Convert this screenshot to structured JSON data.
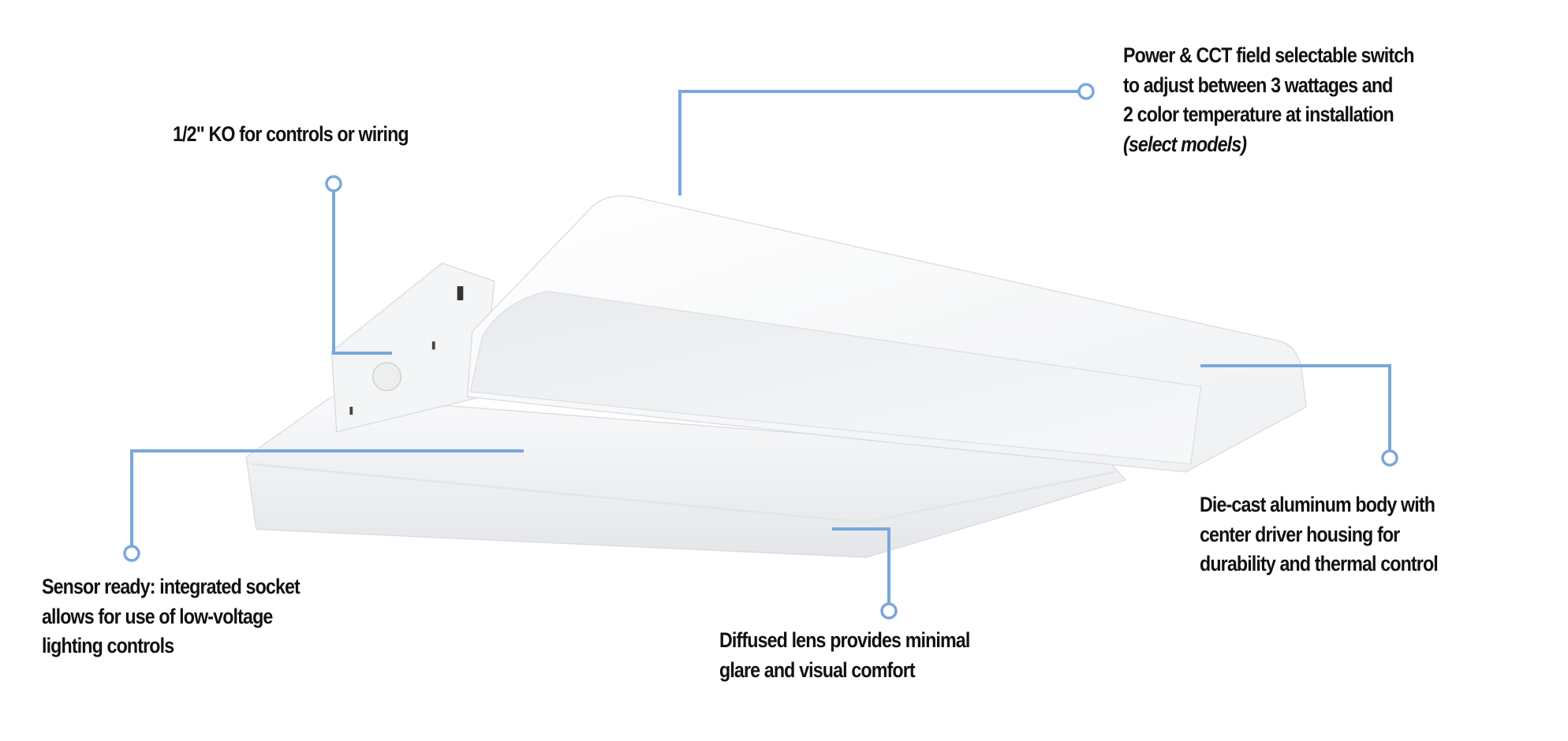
{
  "callouts": {
    "power_cct": {
      "lines": [
        "Power & CCT field selectable switch",
        "to adjust between 3 wattages and",
        "2 color temperature at installation"
      ],
      "note": "(select models)"
    },
    "knockout": {
      "lines": [
        "1/2\" KO for controls or wiring"
      ]
    },
    "body": {
      "lines": [
        "Die-cast aluminum body  with",
        "center driver housing for",
        "durability and thermal control"
      ]
    },
    "sensor": {
      "lines": [
        "Sensor ready: integrated socket",
        "allows for use of low-voltage",
        "lighting controls"
      ]
    },
    "lens": {
      "lines": [
        "Diffused lens provides minimal",
        "glare and visual comfort"
      ]
    }
  },
  "colors": {
    "leader": "#7aa7dc",
    "text": "#111111"
  }
}
